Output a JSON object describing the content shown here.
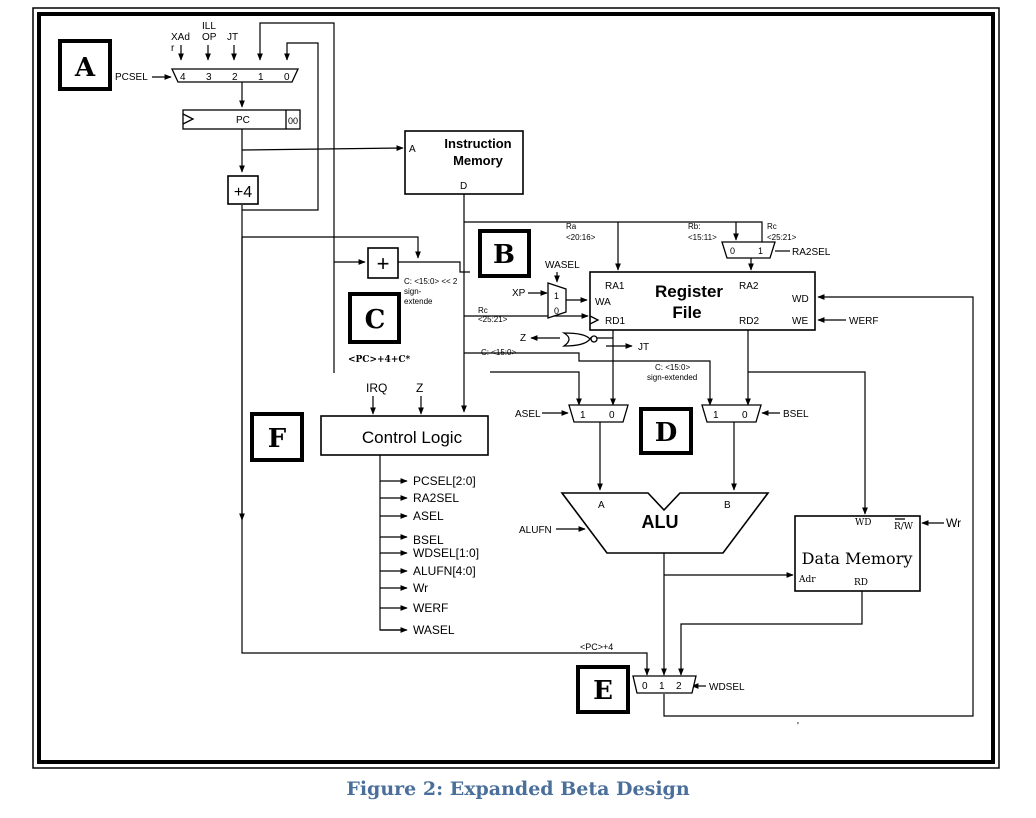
{
  "caption": "Figure 2: Expanded Beta Design",
  "colors": {
    "caption": "#4a6f9a",
    "ink": "#000000"
  },
  "section_labels": {
    "a": "A",
    "b": "B",
    "c": "C",
    "d": "D",
    "e": "E",
    "f": "F"
  },
  "pcsel": {
    "label": "PCSEL",
    "top_labels": {
      "xadr_1": "XAd",
      "xadr_2": "r",
      "ill_1": "ILL",
      "ill_2": "OP",
      "jt": "JT"
    },
    "inputs": [
      "4",
      "3",
      "2",
      "1",
      "0"
    ]
  },
  "pc": {
    "label": "PC",
    "suffix": "00"
  },
  "plus4": "+4",
  "adder": "+",
  "instruction_memory": {
    "title_1": "Instruction",
    "title_2": "Memory",
    "port_a": "A",
    "port_d": "D"
  },
  "branch": {
    "offset_1": "C: <15:0> << 2",
    "offset_2": "sign-",
    "offset_3": "extende",
    "target": "<PC>+4+C*"
  },
  "register_file": {
    "title_1": "Register",
    "title_2": "File",
    "ports": {
      "ra1": "RA1",
      "ra2": "RA2",
      "wa": "WA",
      "rd1": "RD1",
      "rd2": "RD2",
      "wd": "WD",
      "we": "WE"
    },
    "ra_1": "Ra",
    "ra_2": "<20:16>",
    "rb_1": "Rb:",
    "rb_2": "<15:11>",
    "rc_1": "Rc",
    "rc_2": "<25:21>",
    "rc_wa_1": "Rc",
    "rc_wa_2": "<25:21>",
    "ra2sel": "RA2SEL",
    "ra2sel_in": [
      "0",
      "1"
    ],
    "wasel": "WASEL",
    "wasel_in": [
      "1",
      "0"
    ],
    "xp": "XP",
    "werf": "WERF"
  },
  "z_label": "Z",
  "jt_label": "JT",
  "c_field": "C: <15:0>",
  "c_sext_1": "C: <15:0>",
  "c_sext_2": "sign-extended",
  "asel": {
    "label": "ASEL",
    "inputs": [
      "1",
      "0"
    ]
  },
  "bsel": {
    "label": "BSEL",
    "inputs": [
      "1",
      "0"
    ]
  },
  "control_logic": {
    "title": "Control Logic",
    "inputs": [
      "IRQ",
      "Z"
    ],
    "outputs": [
      "PCSEL[2:0]",
      "RA2SEL",
      "ASEL",
      "BSEL",
      "WDSEL[1:0]",
      "ALUFN[4:0]",
      "Wr",
      "WERF",
      "WASEL"
    ]
  },
  "alu": {
    "title": "ALU",
    "port_a": "A",
    "port_b": "B",
    "alufn": "ALUFN"
  },
  "data_memory": {
    "title": "Data Memory",
    "wd": "WD",
    "rw": "R/W",
    "wr": "Wr",
    "adr": "Adr",
    "rd": "RD"
  },
  "wdsel": {
    "label": "WDSEL",
    "inputs": [
      "0",
      "1",
      "2"
    ],
    "pc4": "<PC>+4"
  },
  "stray_mark": "'"
}
